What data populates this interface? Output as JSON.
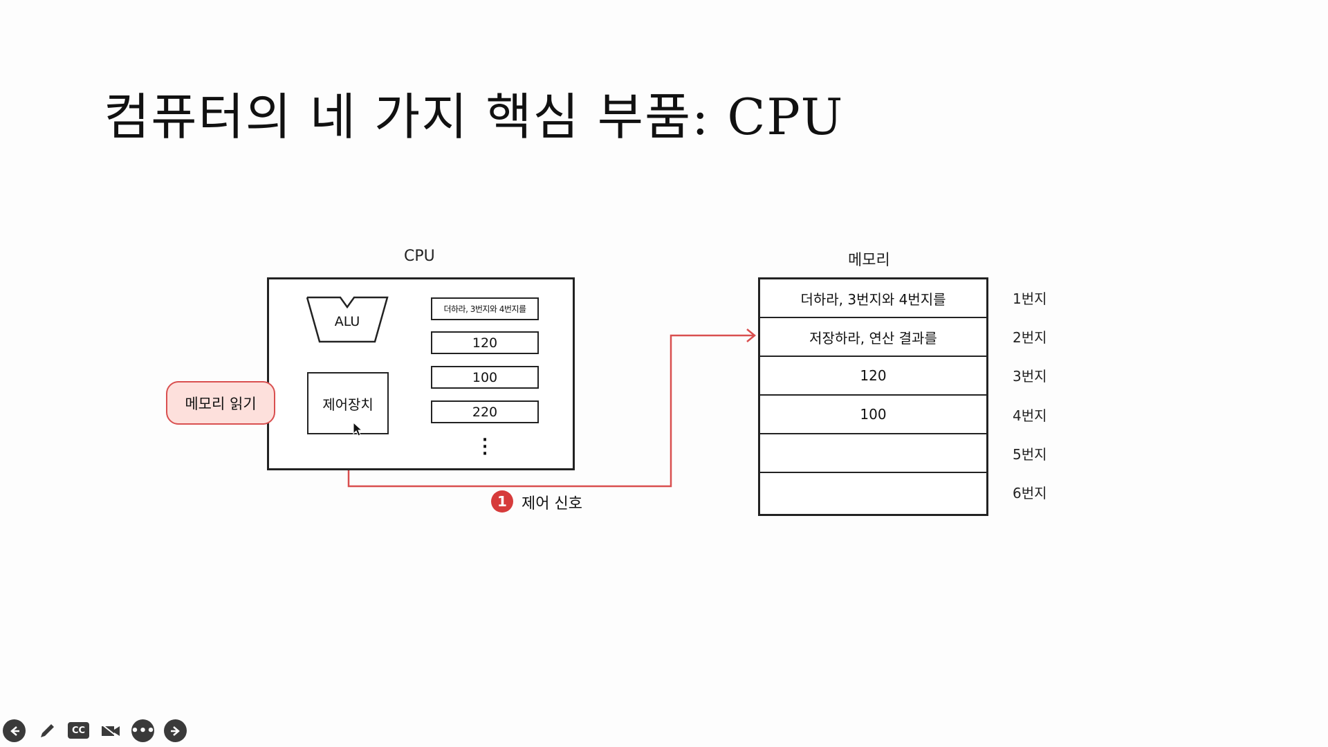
{
  "slide": {
    "title": "컴퓨터의 네 가지 핵심 부품: CPU"
  },
  "diagram": {
    "cpu_label": "CPU",
    "memory_label": "메모리",
    "alu_label": "ALU",
    "control_unit_label": "제어장치",
    "registers": [
      "더하라, 3번지와 4번지를",
      "120",
      "100",
      "220"
    ],
    "ellipsis": "⋮",
    "callout": "메모리 읽기",
    "signal_number": "1",
    "signal_label": "제어 신호",
    "memory_cells": [
      "더하라, 3번지와 4번지를",
      "저장하라, 연산 결과를",
      "120",
      "100",
      "",
      ""
    ],
    "addresses": [
      "1번지",
      "2번지",
      "3번지",
      "4번지",
      "5번지",
      "6번지"
    ],
    "accent_color": "#d94f4f"
  },
  "toolbar": {
    "items": [
      "back-icon",
      "pen-icon",
      "captions-icon",
      "camera-off-icon",
      "more-icon",
      "forward-icon"
    ],
    "cc_label": "CC"
  }
}
